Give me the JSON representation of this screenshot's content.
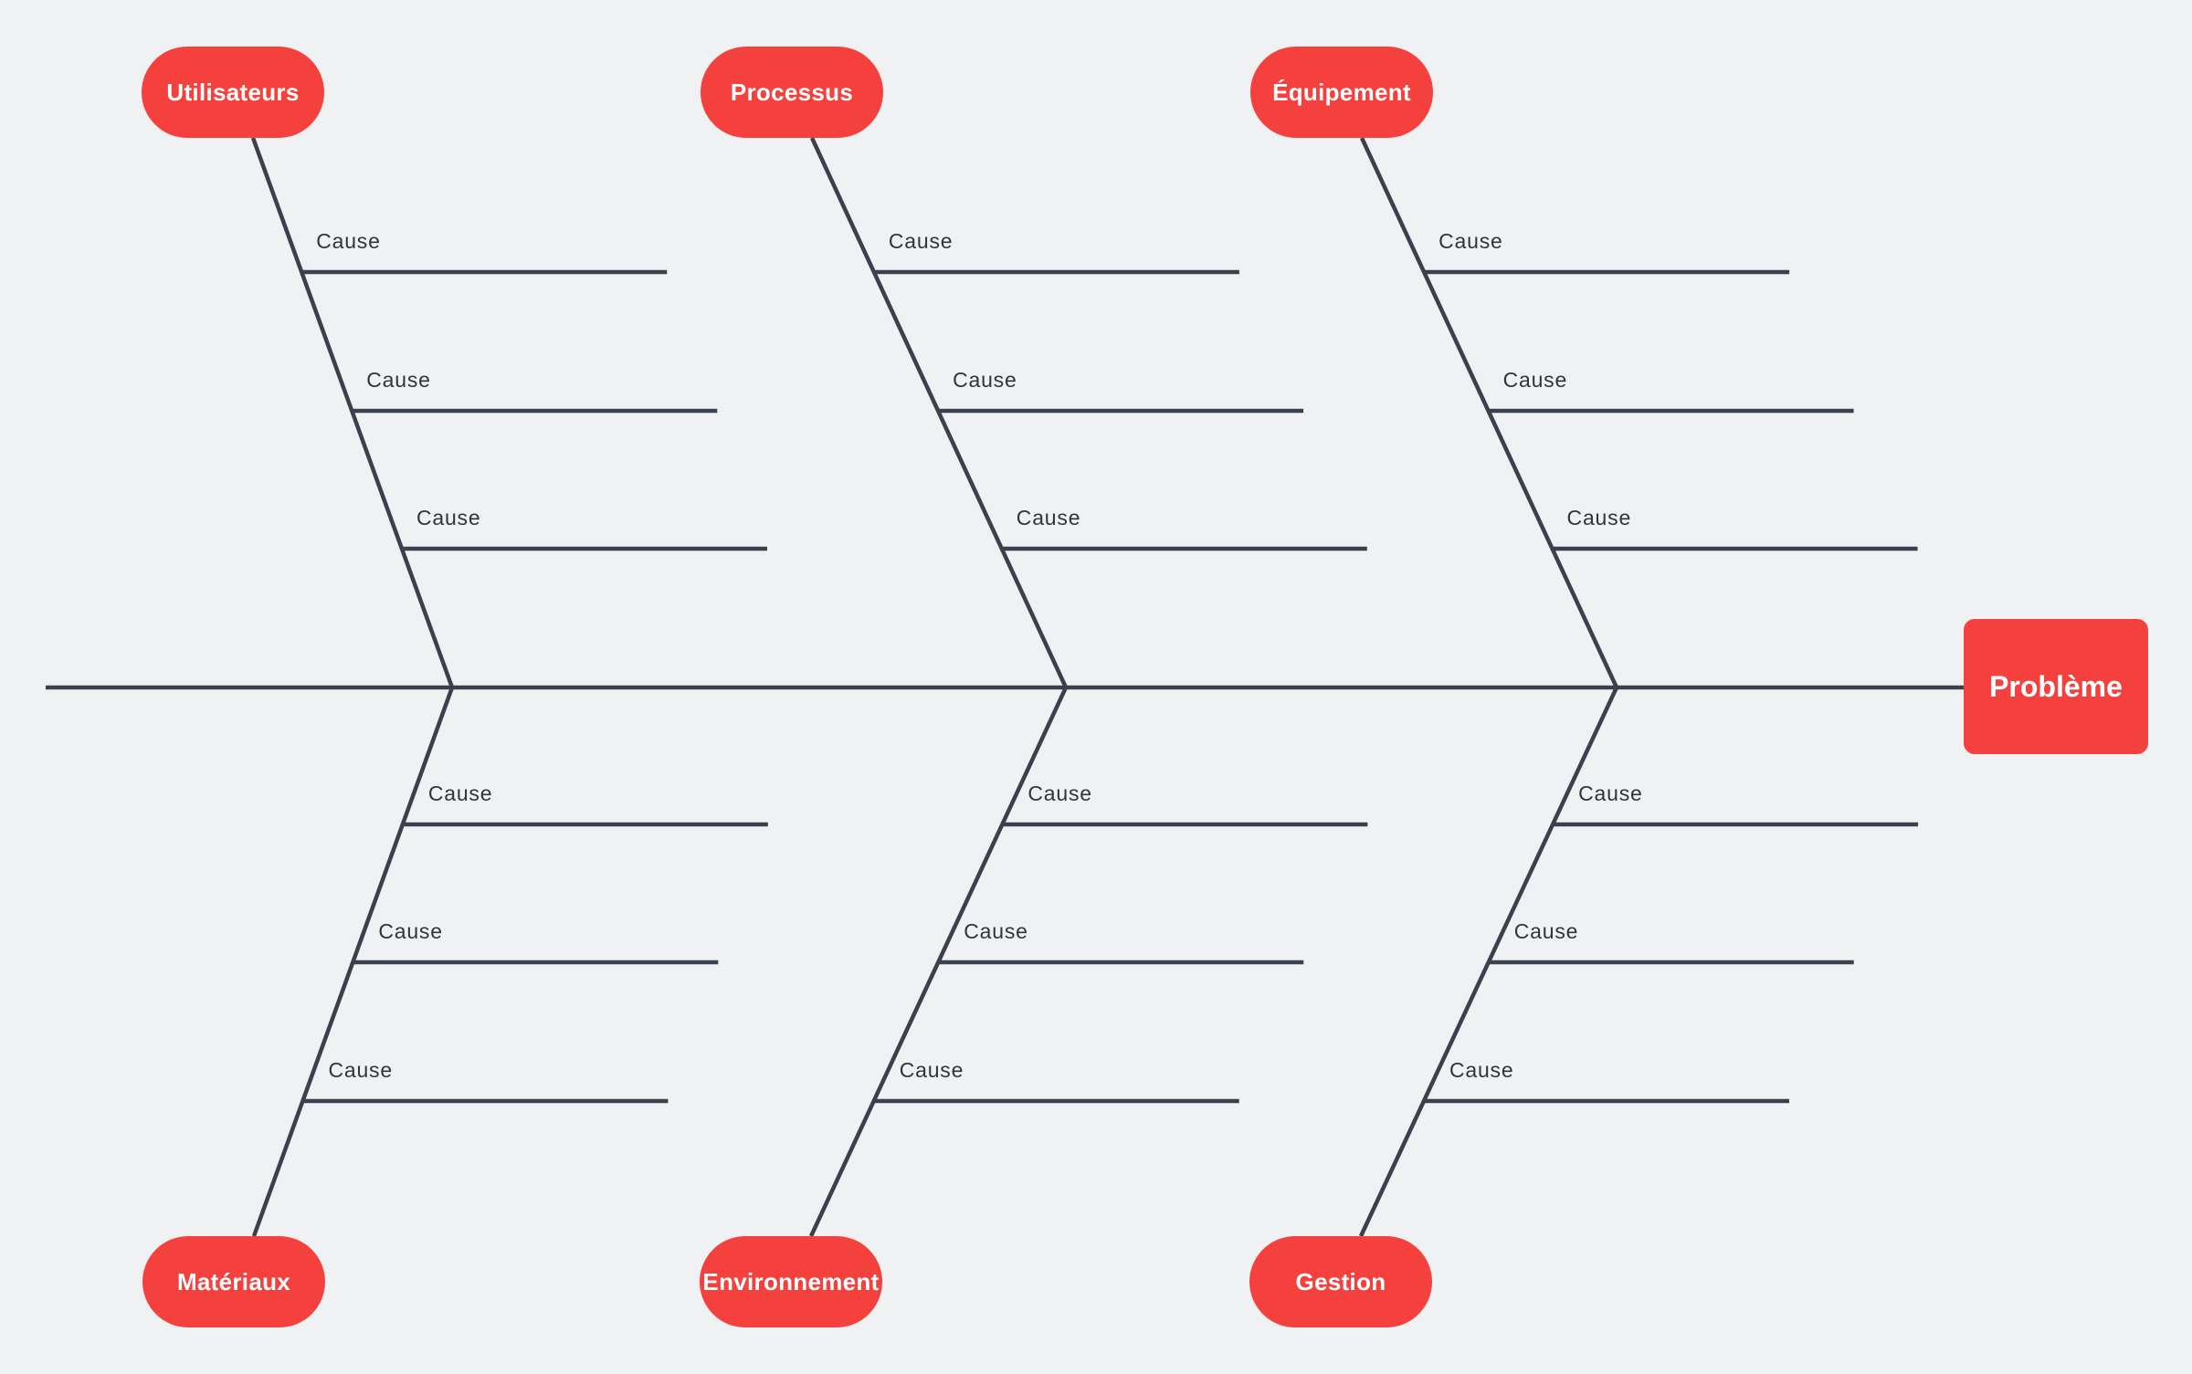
{
  "diagram_type": "fishbone",
  "problem": {
    "label": "Problème"
  },
  "categories": [
    {
      "label": "Utilisateurs",
      "side": "top",
      "causes": [
        "Cause",
        "Cause",
        "Cause"
      ]
    },
    {
      "label": "Processus",
      "side": "top",
      "causes": [
        "Cause",
        "Cause",
        "Cause"
      ]
    },
    {
      "label": "Équipement",
      "side": "top",
      "causes": [
        "Cause",
        "Cause",
        "Cause"
      ]
    },
    {
      "label": "Matériaux",
      "side": "bottom",
      "causes": [
        "Cause",
        "Cause",
        "Cause"
      ]
    },
    {
      "label": "Environnement",
      "side": "bottom",
      "causes": [
        "Cause",
        "Cause",
        "Cause"
      ]
    },
    {
      "label": "Gestion",
      "side": "bottom",
      "causes": [
        "Cause",
        "Cause",
        "Cause"
      ]
    }
  ],
  "colors": {
    "background": "#f0f1f3",
    "node_fill": "#f5413d",
    "node_text": "#ffffff",
    "bone_line": "#3a414c",
    "cause_text": "#30343b"
  }
}
